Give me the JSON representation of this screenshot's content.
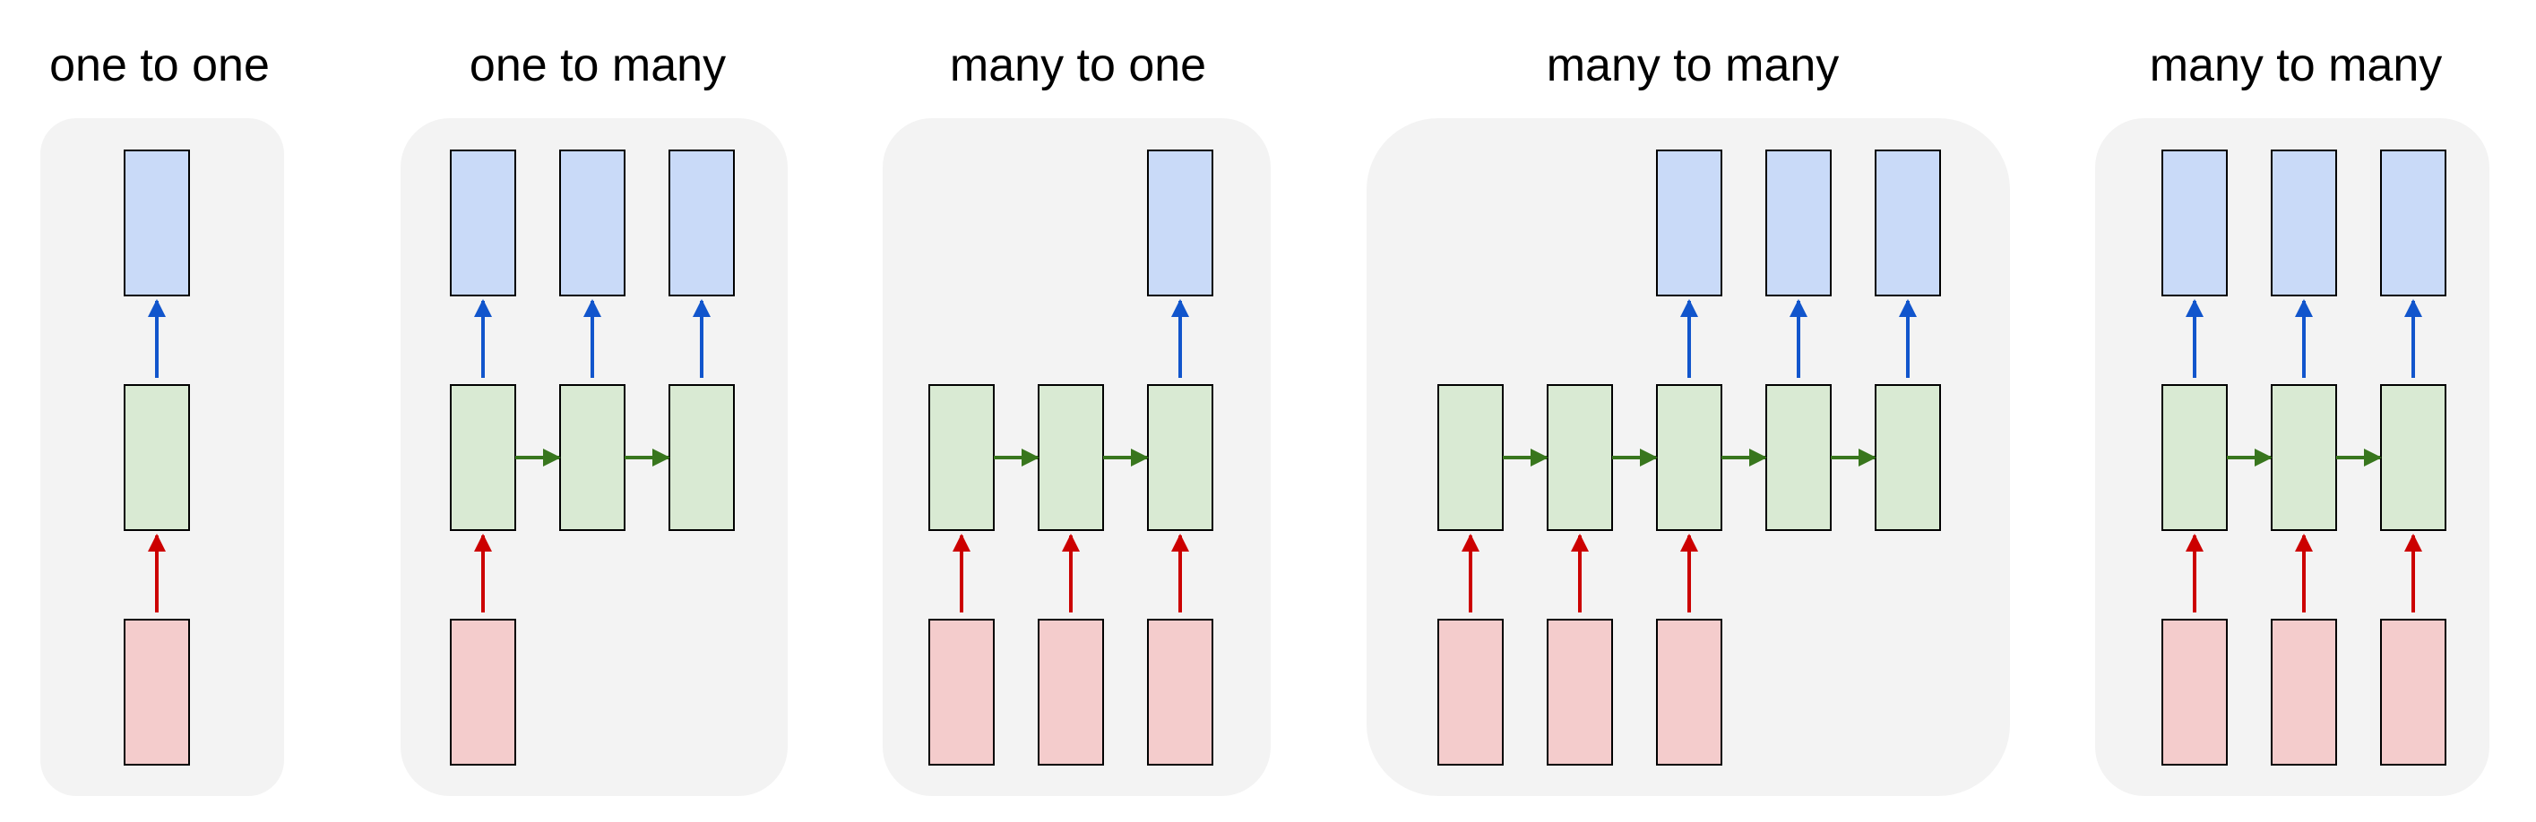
{
  "title": "",
  "panels": [
    {
      "label": "one to one",
      "inputs": [
        0
      ],
      "outputs": [
        0
      ],
      "hidden_count": 1
    },
    {
      "label": "one to many",
      "inputs": [
        0
      ],
      "outputs": [
        0,
        1,
        2
      ],
      "hidden_count": 3
    },
    {
      "label": "many to one",
      "inputs": [
        0,
        1,
        2
      ],
      "outputs": [
        2
      ],
      "hidden_count": 3
    },
    {
      "label": "many to many",
      "inputs": [
        0,
        1,
        2
      ],
      "outputs": [
        2,
        3,
        4
      ],
      "hidden_count": 5
    },
    {
      "label": "many to many",
      "inputs": [
        0,
        1,
        2
      ],
      "outputs": [
        0,
        1,
        2
      ],
      "hidden_count": 3
    }
  ],
  "colors": {
    "input_fill": "#f4cccc",
    "hidden_fill": "#d9ead3",
    "output_fill": "#c9daf8",
    "input_arrow": "#cc0000",
    "hidden_arrow": "#38761d",
    "output_arrow": "#1155cc",
    "panel_bg": "#f3f3f3",
    "box_stroke": "#000000"
  }
}
